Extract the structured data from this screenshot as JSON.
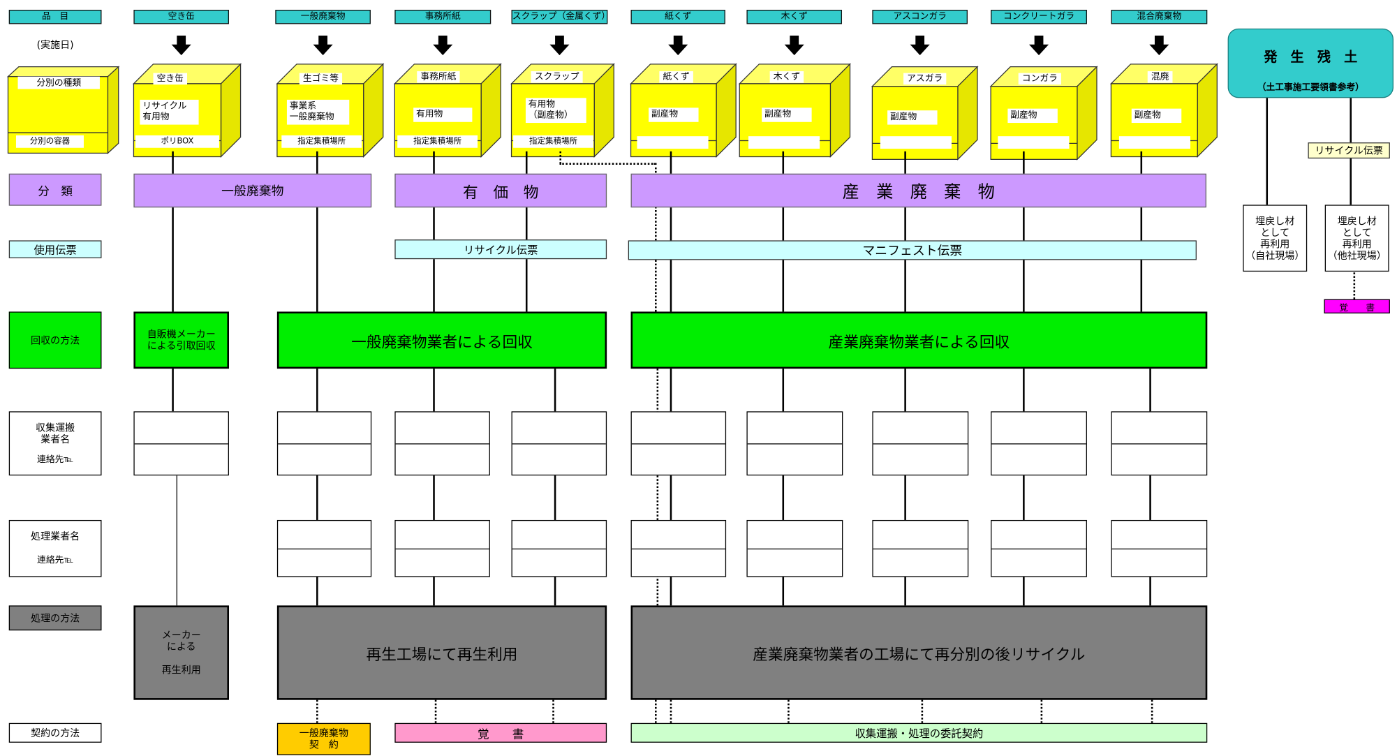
{
  "rows": {
    "item": "品　目",
    "date": "(実施日)",
    "sort_type": "分別の種類",
    "sort_container": "分別の容器",
    "classification": "分　類",
    "slip": "使用伝票",
    "collection": "回収の方法",
    "carrier": "収集運搬\n業者名",
    "carrier_tel": "連絡先℡",
    "processor": "処理業者名",
    "processor_tel": "連絡先℡",
    "process": "処理の方法",
    "contract": "契約の方法"
  },
  "items": [
    {
      "header": "空き缶",
      "label": "空き缶",
      "content": "リサイクル\n有用物",
      "container": "ポリBOX"
    },
    {
      "header": "一般廃棄物",
      "label": "生ゴミ等",
      "content": "事業系\n一般廃棄物",
      "container": "指定集積場所"
    },
    {
      "header": "事務所紙",
      "label": "事務所紙",
      "content": "有用物",
      "container": "指定集積場所"
    },
    {
      "header": "スクラップ（金属くず）",
      "label": "スクラップ",
      "content": "有用物\n（副産物）",
      "container": "指定集積場所"
    },
    {
      "header": "紙くず",
      "label": "紙くず",
      "content": "副産物",
      "container": ""
    },
    {
      "header": "木くず",
      "label": "木くず",
      "content": "副産物",
      "container": ""
    },
    {
      "header": "アスコンガラ",
      "label": "アスガラ",
      "content": "副産物",
      "container": ""
    },
    {
      "header": "コンクリートガラ",
      "label": "コンガラ",
      "content": "副産物",
      "container": ""
    },
    {
      "header": "混合廃棄物",
      "label": "混廃",
      "content": "副産物",
      "container": ""
    }
  ],
  "classes": {
    "general": "一般廃棄物",
    "valuable": "有　価　物",
    "industrial": "産　業　廃　棄　物"
  },
  "slips": {
    "recycle": "リサイクル伝票",
    "manifest": "マニフェスト伝票"
  },
  "collection": {
    "vending": "自販機メーカー\nによる引取回収",
    "general": "一般廃棄物業者による回収",
    "industrial": "産業廃棄物業者による回収"
  },
  "process": {
    "maker": "メーカー\nによる\n\n再生利用",
    "recycle_factory": "再生工場にて再生利用",
    "industrial": "産業廃棄物業者の工場にて再分別の後リサイクル"
  },
  "contracts": {
    "general": "一般廃棄物\n契　約",
    "memo": "覚　　書",
    "commission": "収集運搬・処理の委託契約"
  },
  "surplus_soil": {
    "title": "発　生　残　土",
    "subtitle": "（土工事施工要領書参考）",
    "slip": "リサイクル伝票",
    "own_site": "埋戻し材\nとして\n再利用\n（自社現場）",
    "other_site": "埋戻し材\nとして\n再利用\n（他社現場）",
    "memo": "覚　　書"
  },
  "colors": {
    "cyan_header": "#33cccc",
    "cube_yellow": "#ffff00",
    "purple": "#cc99ff",
    "light_cyan": "#ccffff",
    "green": "#00ee00",
    "gray": "#808080",
    "orange": "#ffcc00",
    "pink": "#ff99cc",
    "light_green": "#ccffcc",
    "magenta": "#ff00ff"
  },
  "icons": {
    "down_arrow": "down-arrow-icon",
    "cube": "cube-icon"
  }
}
